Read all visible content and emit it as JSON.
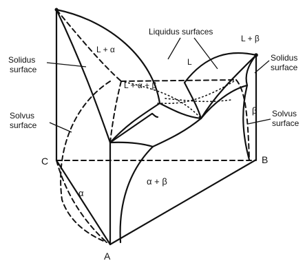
{
  "labels": {
    "liquidus_surfaces": "Liquidus surfaces",
    "l": "L",
    "l_alpha": "L + α",
    "l_beta": "L + β",
    "l_alpha_beta": "L + α + β",
    "solidus_left_1": "Solidus",
    "solidus_left_2": "surface",
    "solidus_right_1": "Solidus",
    "solidus_right_2": "surface",
    "solvus_left_1": "Solvus",
    "solvus_left_2": "surface",
    "solvus_right_1": "Solvus",
    "solvus_right_2": "surface",
    "alpha": "α",
    "beta": "β",
    "alpha_beta": "α + β",
    "point_a": "A",
    "point_b": "B",
    "point_c": "C"
  },
  "colors": {
    "line": "#111111",
    "background": "#ffffff"
  }
}
